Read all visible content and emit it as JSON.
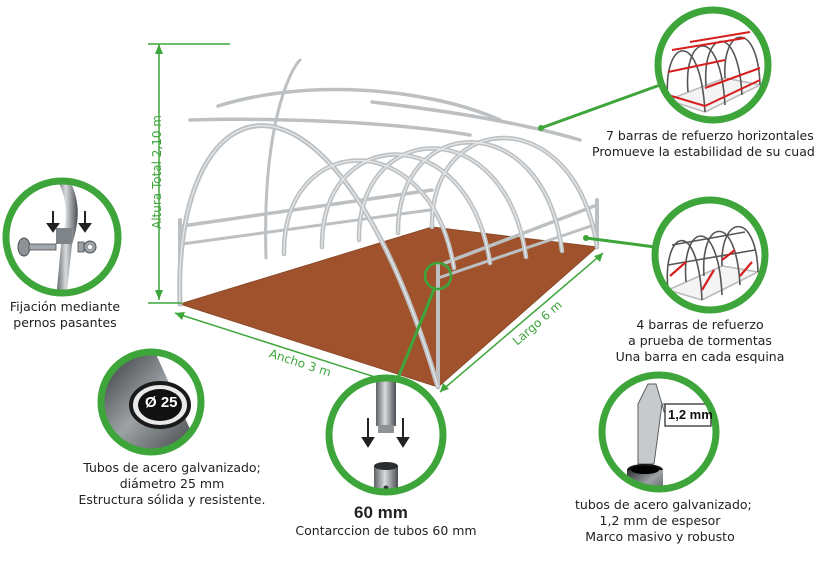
{
  "dimensions": {
    "height": "Altura  Total 2,10 m",
    "width": "Ancho 3 m",
    "length": "Largo 6 m"
  },
  "callouts": {
    "bolts": [
      "Fijación mediante",
      "pernos pasantes"
    ],
    "tube_diameter_badge": "Ø 25",
    "tubes": [
      "Tubos de acero galvanizado;",
      "diámetro 25 mm",
      "Estructura sólida y resistente."
    ],
    "contraction_value": "60 mm",
    "contraction": "Contarccion de tubos 60 mm",
    "horizontal_bars": [
      "7 barras de refuerzo horizontales",
      "Promueve la estabilidad de su cuad"
    ],
    "storm_bars": [
      "4 barras de refuerzo",
      "a prueba de tormentas",
      "Una barra en cada esquina"
    ],
    "thickness_badge": "1,2 mm",
    "thickness": [
      "tubos de acero galvanizado;",
      "1,2 mm de espesor",
      "Marco masivo y robusto"
    ]
  },
  "colors": {
    "accent_green": "#3da53a",
    "floor_brown": "#a0522d",
    "frame_grey": "#bfc2c4",
    "reinforcement_red": "#d61f1f"
  },
  "icons": [
    "bolt-icon",
    "tube-section-icon",
    "tube-joint-icon",
    "greenhouse-thumbnail-icon",
    "caliper-icon"
  ]
}
